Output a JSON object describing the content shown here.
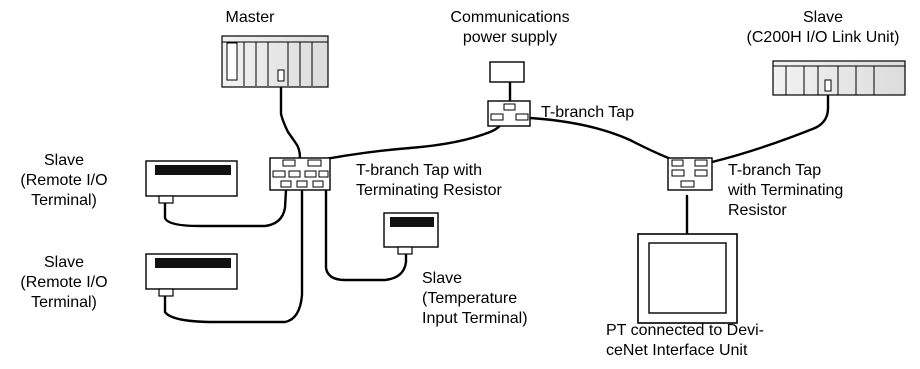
{
  "labels": {
    "master": "Master",
    "comm_power": "Communications\npower supply",
    "slave_c200h": "Slave\n(C200H I/O Link Unit)",
    "tap_center": "T-branch Tap",
    "tap_left_term": "T-branch Tap with\nTerminating Resistor",
    "tap_right_term": "T-branch Tap\nwith Terminating\nResistor",
    "slave_remote_1": "Slave\n(Remote I/O\nTerminal)",
    "slave_remote_2": "Slave\n(Remote I/O\nTerminal)",
    "slave_temp": "Slave\n(Temperature\nInput Terminal)",
    "pt_devicenet": "PT connected to Devi-\nceNet Interface Unit"
  }
}
